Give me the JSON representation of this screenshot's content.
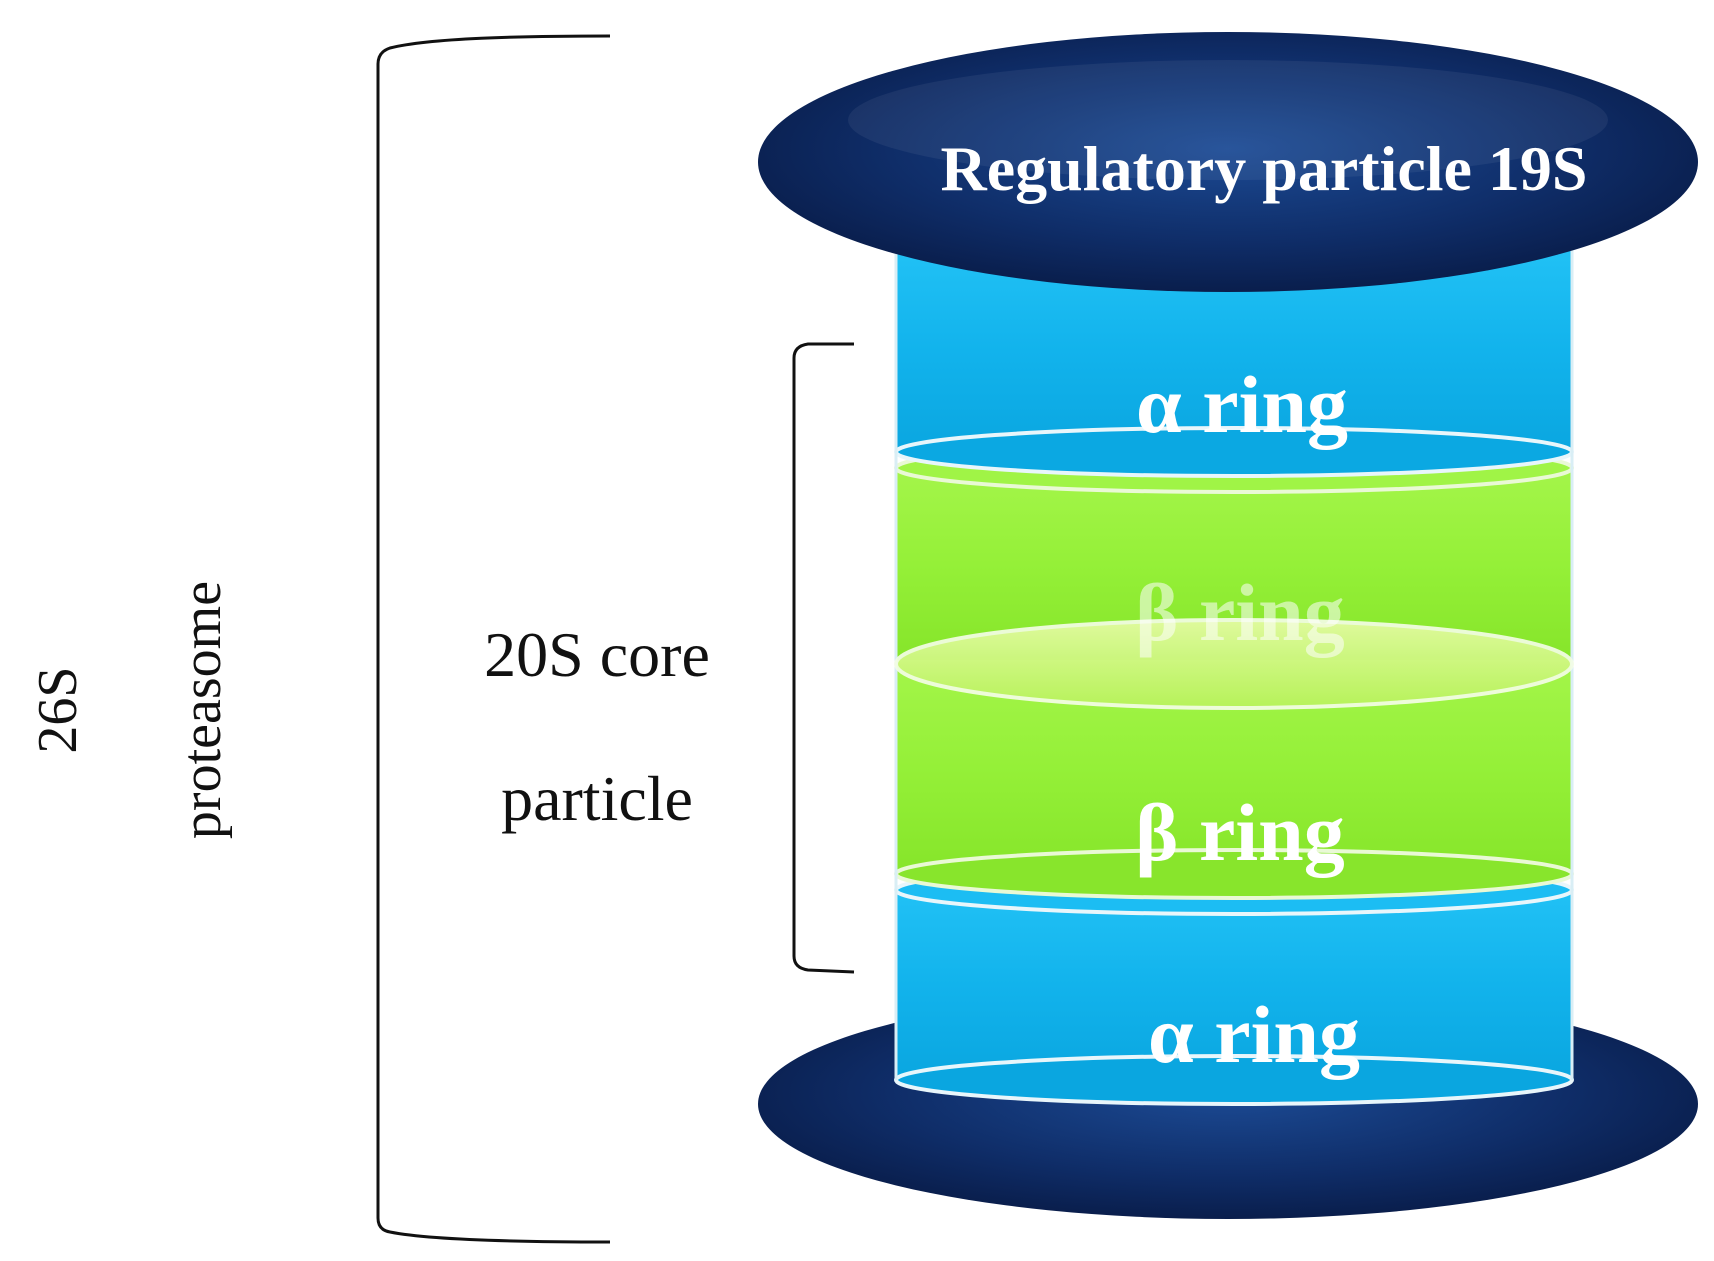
{
  "outer_label": {
    "line1": "26S",
    "line2": "proteasome"
  },
  "core_label": {
    "line1": "20S core",
    "line2": "particle"
  },
  "regulatory": {
    "label": "Regulatory particle 19S"
  },
  "rings": [
    {
      "label": "α ring",
      "kind": "alpha"
    },
    {
      "label": "β ring",
      "kind": "beta"
    },
    {
      "label": "β ring",
      "kind": "beta"
    },
    {
      "label": "α ring",
      "kind": "alpha"
    }
  ],
  "colors": {
    "regulatory": "#0e2a63",
    "alpha": "#12b4ec",
    "beta": "#96f23a",
    "bracket": "#111111"
  }
}
